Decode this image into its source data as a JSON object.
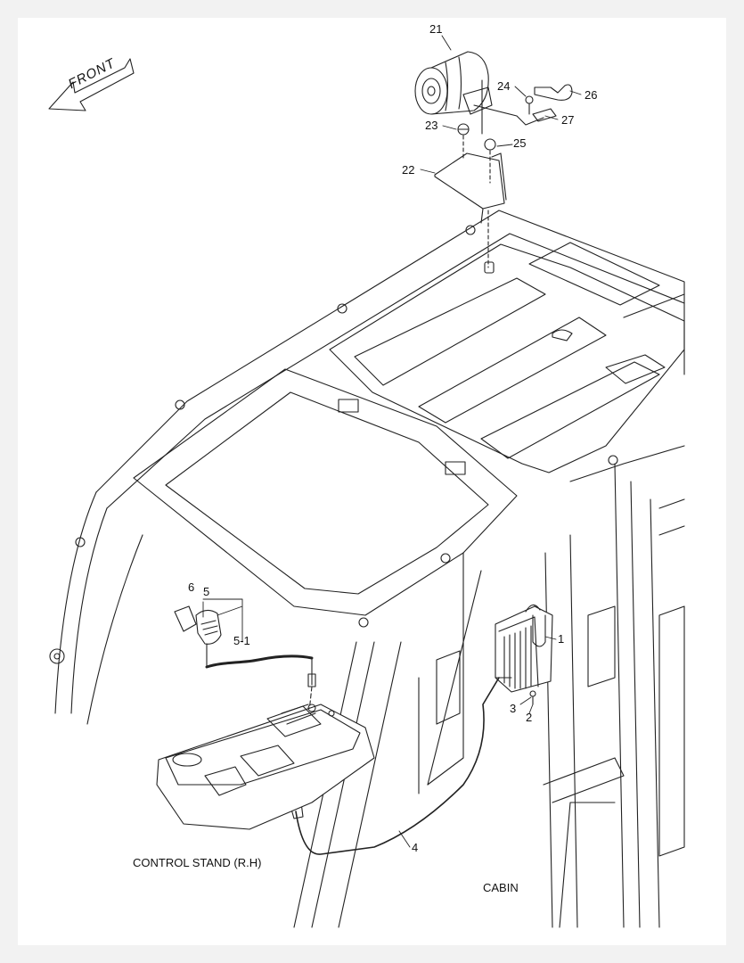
{
  "diagram": {
    "direction_label": "FRONT",
    "captions": {
      "control_stand": "CONTROL STAND (R.H)",
      "cabin": "CABIN"
    },
    "callouts": {
      "c1": "1",
      "c2": "2",
      "c3": "3",
      "c4": "4",
      "c5": "5",
      "c5_1": "5-1",
      "c6": "6",
      "c21": "21",
      "c22": "22",
      "c23": "23",
      "c24": "24",
      "c25": "25",
      "c26": "26",
      "c27": "27"
    }
  }
}
